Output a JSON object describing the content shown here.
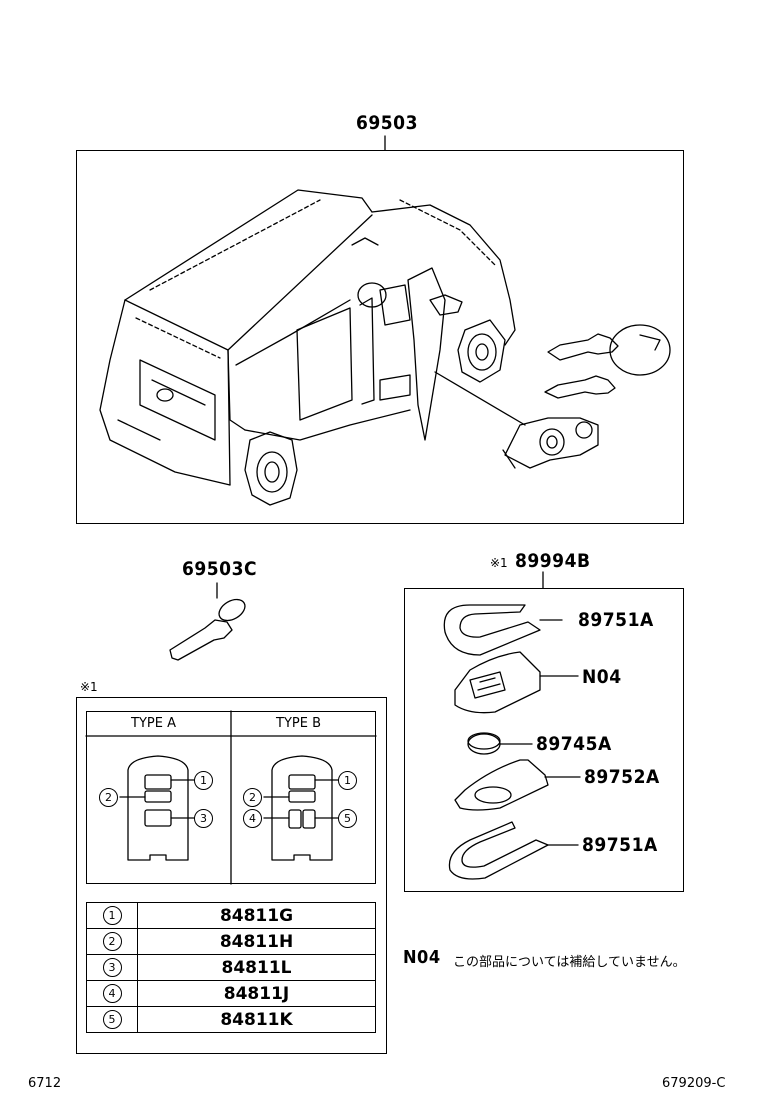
{
  "labels": {
    "assy_main": "69503",
    "key_blank": "69503C",
    "note_mark_1": "※1",
    "smart_key_assy": "89994B",
    "note_mark_2": "※1",
    "cover_top": "89751A",
    "n04": "N04",
    "battery": "89745A",
    "case": "89752A",
    "cover_bottom": "89751A"
  },
  "types": {
    "type_a": "TYPE A",
    "type_b": "TYPE B"
  },
  "callouts": [
    "1",
    "2",
    "3",
    "4",
    "5"
  ],
  "parts_table": [
    {
      "num": "1",
      "part": "84811G"
    },
    {
      "num": "2",
      "part": "84811H"
    },
    {
      "num": "3",
      "part": "84811L"
    },
    {
      "num": "4",
      "part": "84811J"
    },
    {
      "num": "5",
      "part": "84811K"
    }
  ],
  "note": {
    "code": "N04",
    "text": "この部品については補給していません。"
  },
  "footer": {
    "left": "6712",
    "right": "679209-C"
  }
}
